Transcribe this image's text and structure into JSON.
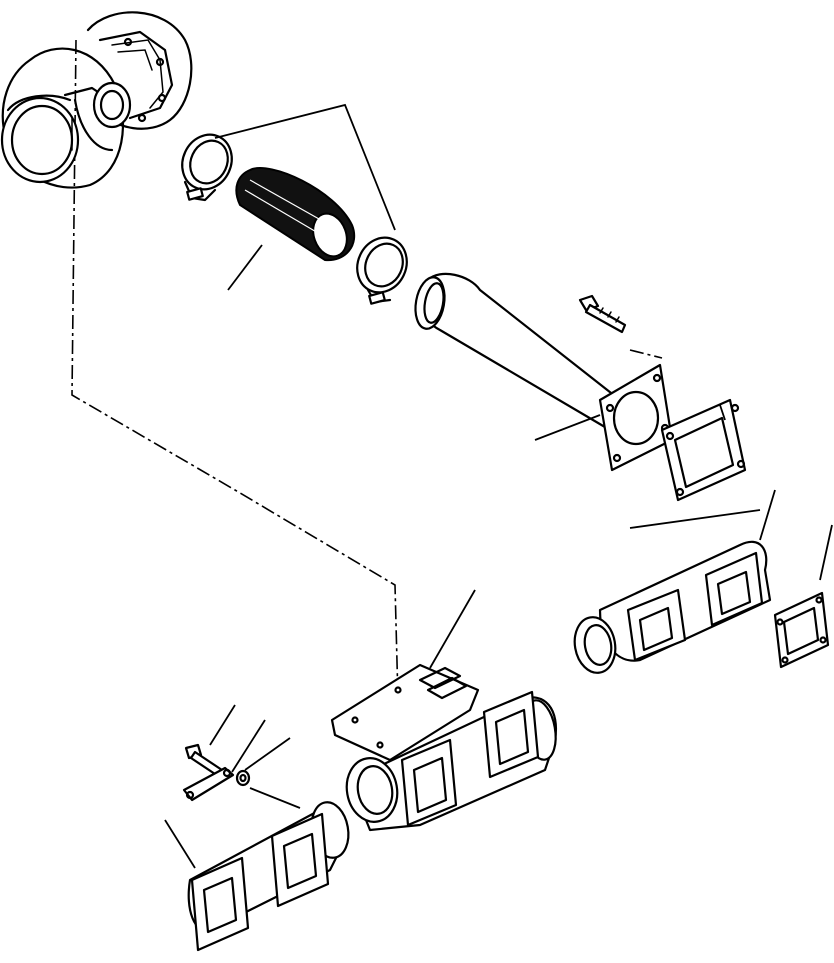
{
  "diagram": {
    "parts": [
      {
        "id": "turbocharger",
        "icon": "turbocharger-icon"
      },
      {
        "id": "hose-clamp-upper",
        "icon": "hose-clamp-icon"
      },
      {
        "id": "hose",
        "icon": "hose-icon"
      },
      {
        "id": "hose-clamp-lower",
        "icon": "hose-clamp-icon"
      },
      {
        "id": "exhaust-pipe",
        "icon": "pipe-icon"
      },
      {
        "id": "bolt-upper",
        "icon": "bolt-icon"
      },
      {
        "id": "gasket-upper",
        "icon": "gasket-icon"
      },
      {
        "id": "manifold-rear",
        "icon": "manifold-icon"
      },
      {
        "id": "gasket-rear",
        "icon": "gasket-icon"
      },
      {
        "id": "manifold-center",
        "icon": "manifold-icon"
      },
      {
        "id": "bolt-lower",
        "icon": "bolt-icon"
      },
      {
        "id": "lock-plate",
        "icon": "lock-plate-icon"
      },
      {
        "id": "washer",
        "icon": "washer-icon"
      },
      {
        "id": "manifold-front",
        "icon": "manifold-icon"
      }
    ],
    "colors": {
      "line": "#000000",
      "background": "#ffffff"
    }
  }
}
